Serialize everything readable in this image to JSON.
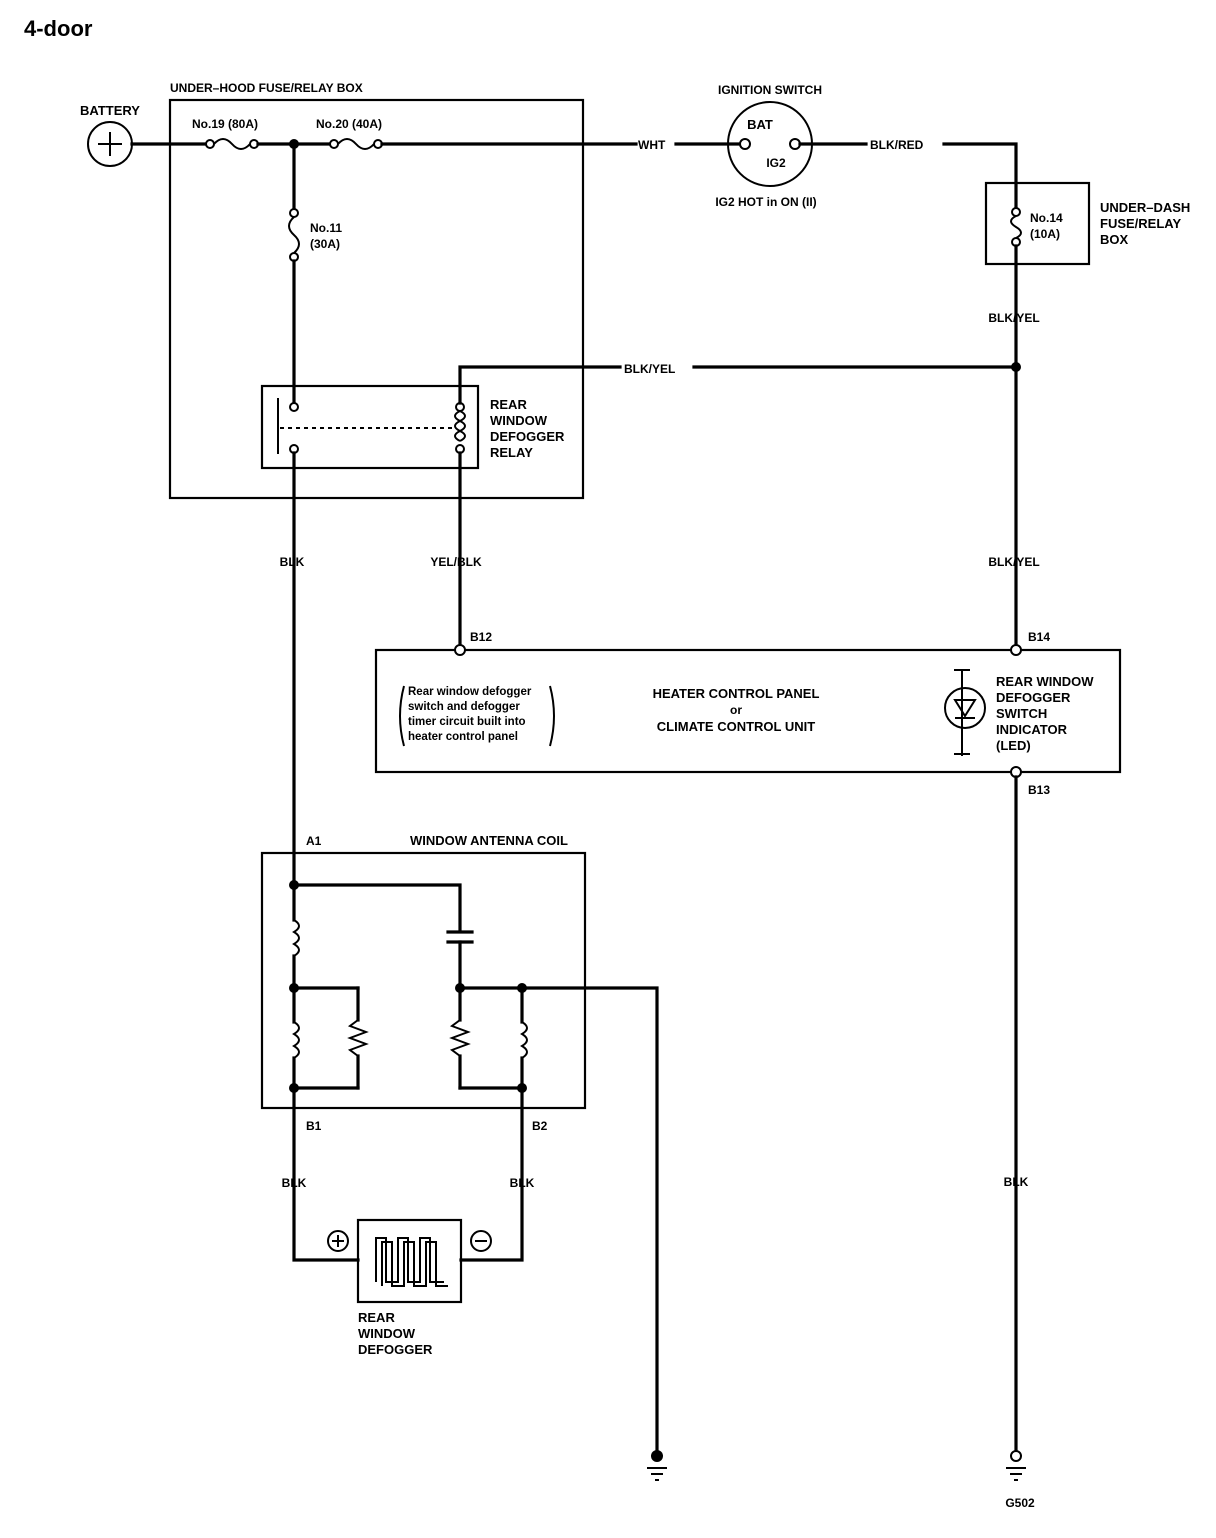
{
  "title": "4-door",
  "power": {
    "battery": "BATTERY",
    "under_hood_box": "UNDER–HOOD FUSE/RELAY BOX",
    "fuse19": "No.19 (80A)",
    "fuse20": "No.20 (40A)",
    "fuse11_a": "No.11",
    "fuse11_b": "(30A)"
  },
  "ignition": {
    "title": "IGNITION SWITCH",
    "bat": "BAT",
    "ig2": "IG2",
    "note": "IG2 HOT in ON (II)"
  },
  "under_dash": {
    "fuse14_a": "No.14",
    "fuse14_b": "(10A)",
    "box_line1": "UNDER–DASH",
    "box_line2": "FUSE/RELAY",
    "box_line3": "BOX"
  },
  "relay": {
    "line1": "REAR",
    "line2": "WINDOW",
    "line3": "DEFOGGER",
    "line4": "RELAY"
  },
  "wires": {
    "wht": "WHT",
    "blk_red": "BLK/RED",
    "blk_yel_top": "BLK/YEL",
    "blk_yel_mid": "BLK/YEL",
    "blk_yel_right": "BLK/YEL",
    "blk_relay": "BLK",
    "yel_blk": "YEL/BLK",
    "blk_b1": "BLK",
    "blk_b2": "BLK",
    "blk_ground": "BLK"
  },
  "heater_panel": {
    "pin_b12": "B12",
    "pin_b14": "B14",
    "pin_b13": "B13",
    "note_line1": "Rear window defogger",
    "note_line2": "switch and defogger",
    "note_line3": "timer circuit built into",
    "note_line4": "heater control panel",
    "name_line1": "HEATER CONTROL PANEL",
    "name_line2": "or",
    "name_line3": "CLIMATE CONTROL UNIT",
    "indicator_line1": "REAR WINDOW",
    "indicator_line2": "DEFOGGER",
    "indicator_line3": "SWITCH",
    "indicator_line4": "INDICATOR",
    "indicator_line5": "(LED)"
  },
  "antenna": {
    "title": "WINDOW ANTENNA COIL",
    "pin_a1": "A1",
    "pin_b1": "B1",
    "pin_b2": "B2"
  },
  "defogger": {
    "line1": "REAR",
    "line2": "WINDOW",
    "line3": "DEFOGGER"
  },
  "ground": {
    "g502": "G502"
  }
}
